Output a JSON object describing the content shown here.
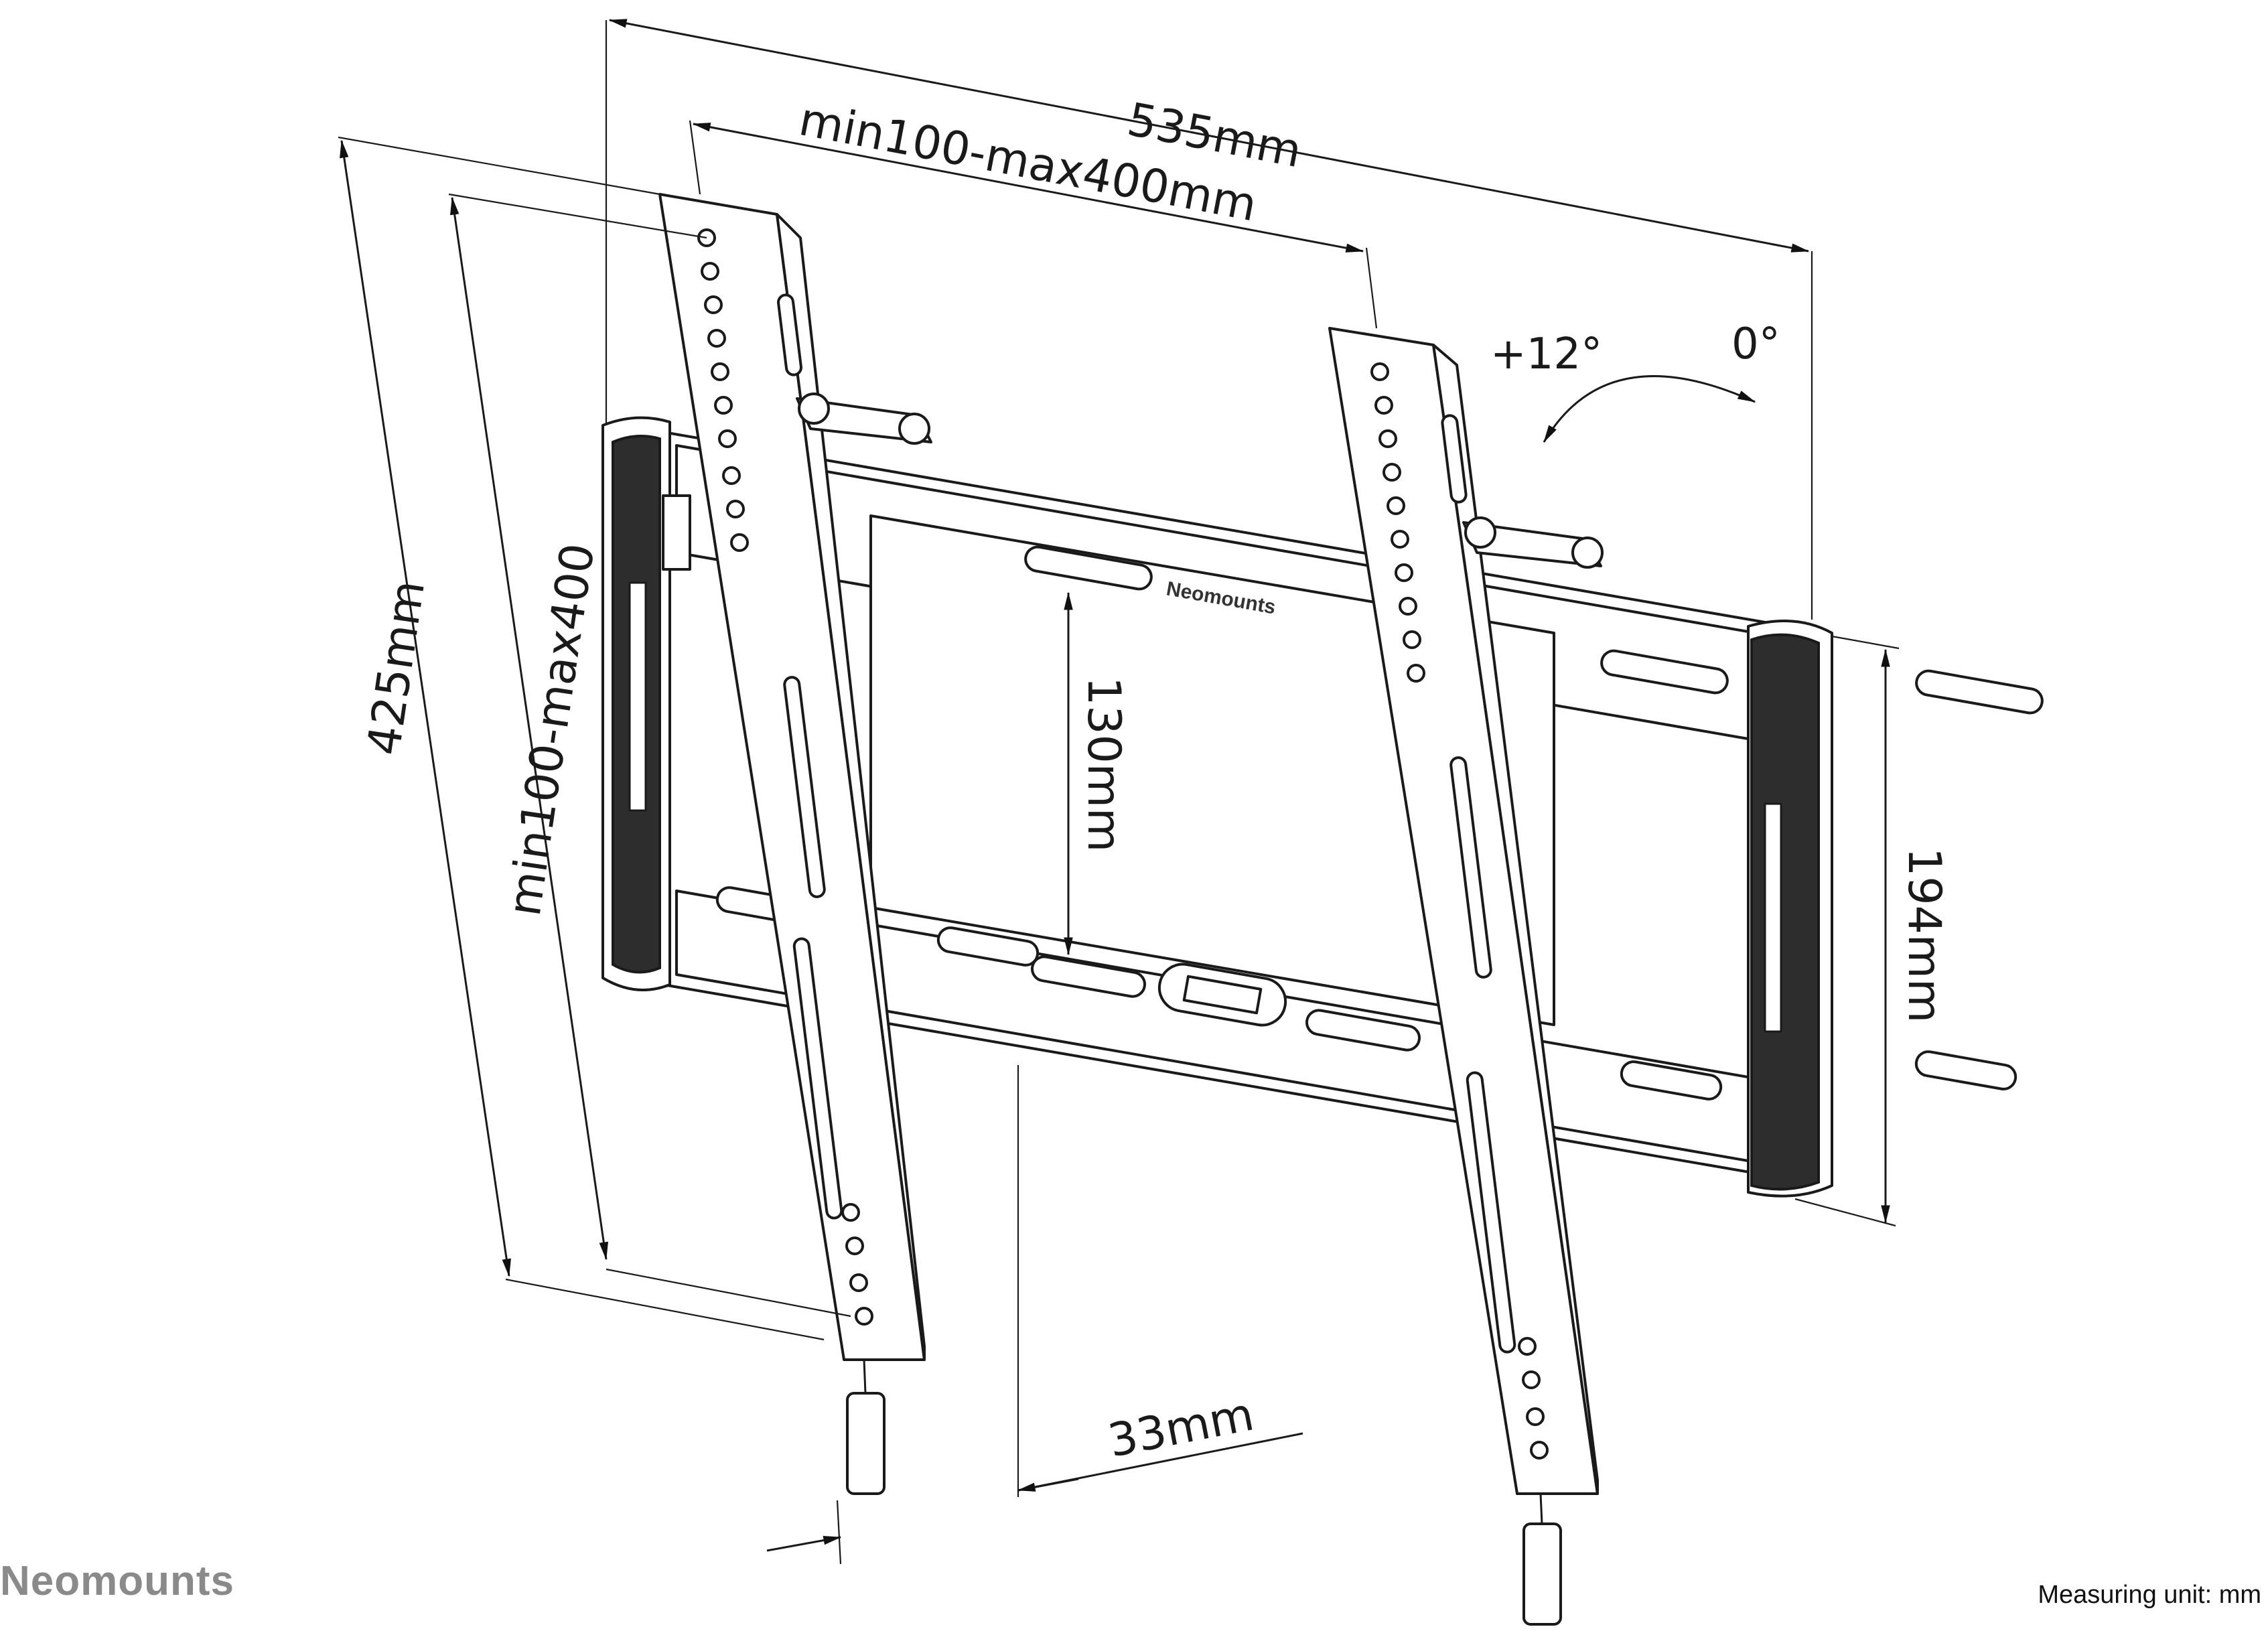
{
  "dimensions": {
    "width_total": "535mm",
    "vesa_horizontal": "min100-max400mm",
    "height_total": "425mm",
    "vesa_vertical": "min100-max400",
    "plate_inner": "130mm",
    "plate_height": "194mm",
    "wall_distance": "33mm"
  },
  "tilt": {
    "max": "+12°",
    "min": "0°"
  },
  "product_label": "Neomounts",
  "footer": {
    "brand": "Neomounts",
    "unit_note": "Measuring unit: mm"
  },
  "colors": {
    "line": "#1a1a1a",
    "pad": "#2d2d2d",
    "brand_gray": "#8a8a8a"
  }
}
